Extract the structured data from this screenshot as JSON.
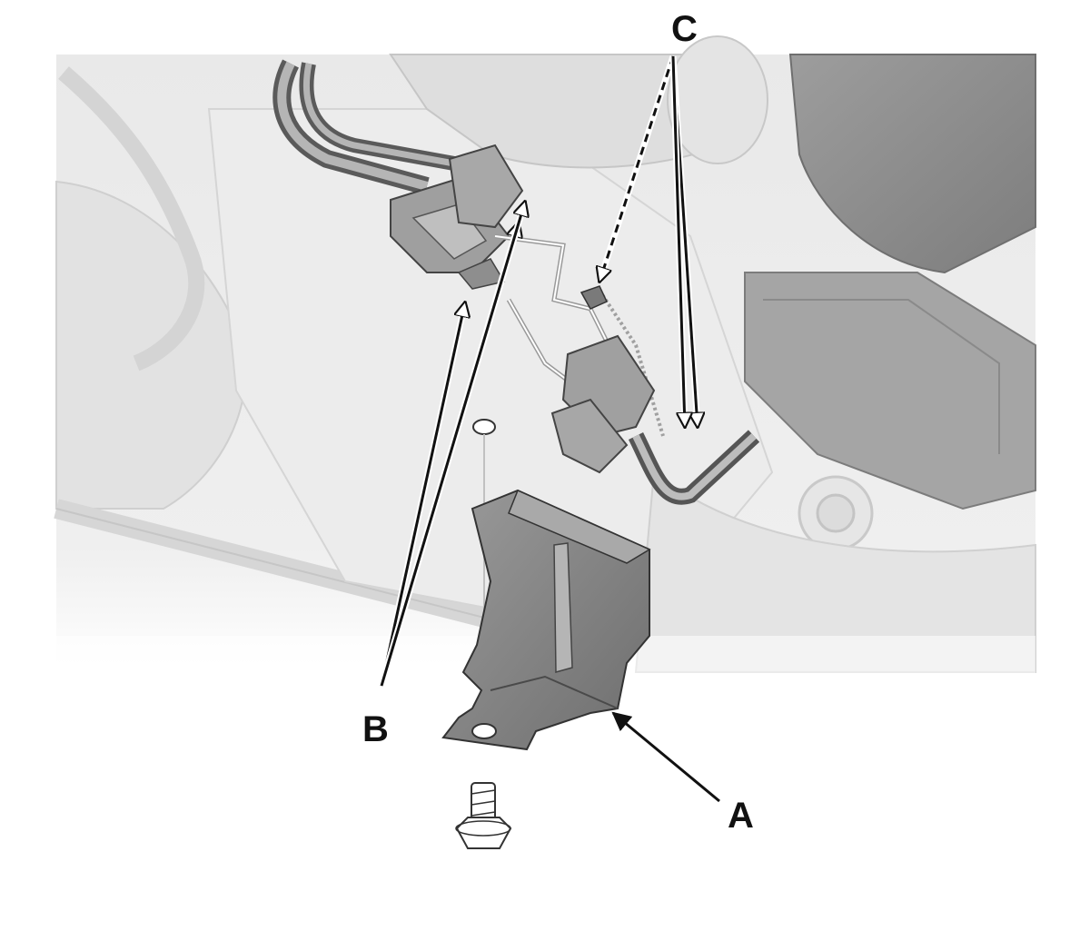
{
  "callouts": {
    "a": "A",
    "b": "B",
    "c": "C"
  },
  "parts": {
    "a": "cover-bracket",
    "b": "wire-harness-connectors",
    "c": "harness-clips"
  },
  "colors": {
    "background": "#ffffff",
    "scene": "#eeeeee",
    "part_dark": "#8c8c8c",
    "leader": "#111111"
  }
}
